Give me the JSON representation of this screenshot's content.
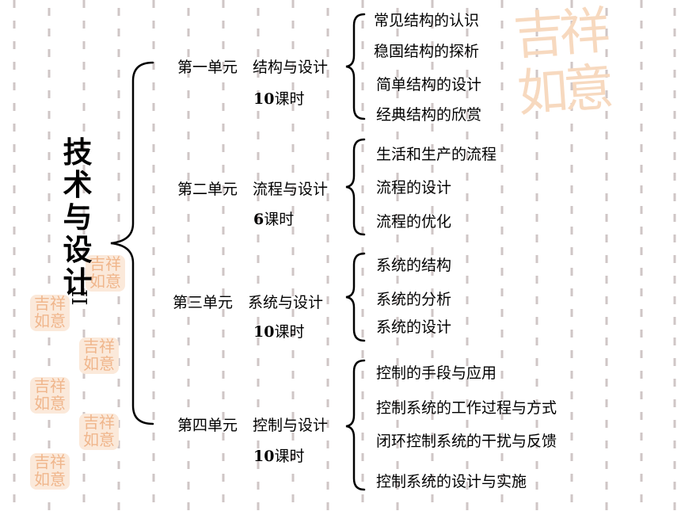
{
  "root": {
    "title": "技术与设计",
    "suffix": "II"
  },
  "units": [
    {
      "name": "第一单元　结构与设计",
      "hours_num": "10",
      "hours_unit": "课时",
      "topics": [
        "常见结构的认识",
        "稳固结构的探析",
        "简单结构的设计",
        "经典结构的欣赏"
      ]
    },
    {
      "name": "第二单元　流程与设计",
      "hours_num": "6",
      "hours_unit": "课时",
      "topics": [
        "生活和生产的流程",
        "流程的设计",
        "流程的优化"
      ]
    },
    {
      "name": "第三单元　系统与设计",
      "hours_num": "10",
      "hours_unit": "课时",
      "topics": [
        "系统的结构",
        "系统的分析",
        "系统的设计"
      ]
    },
    {
      "name": "第四单元　控制与设计",
      "hours_num": "10",
      "hours_unit": "课时",
      "topics": [
        "控制的手段与应用",
        "控制系统的工作过程与方式",
        "闭环控制系统的干扰与反馈",
        "控制系统的设计与实施"
      ]
    }
  ],
  "decor": {
    "seal_text": "吉祥如意",
    "seal_color": "#f3c9a6"
  }
}
